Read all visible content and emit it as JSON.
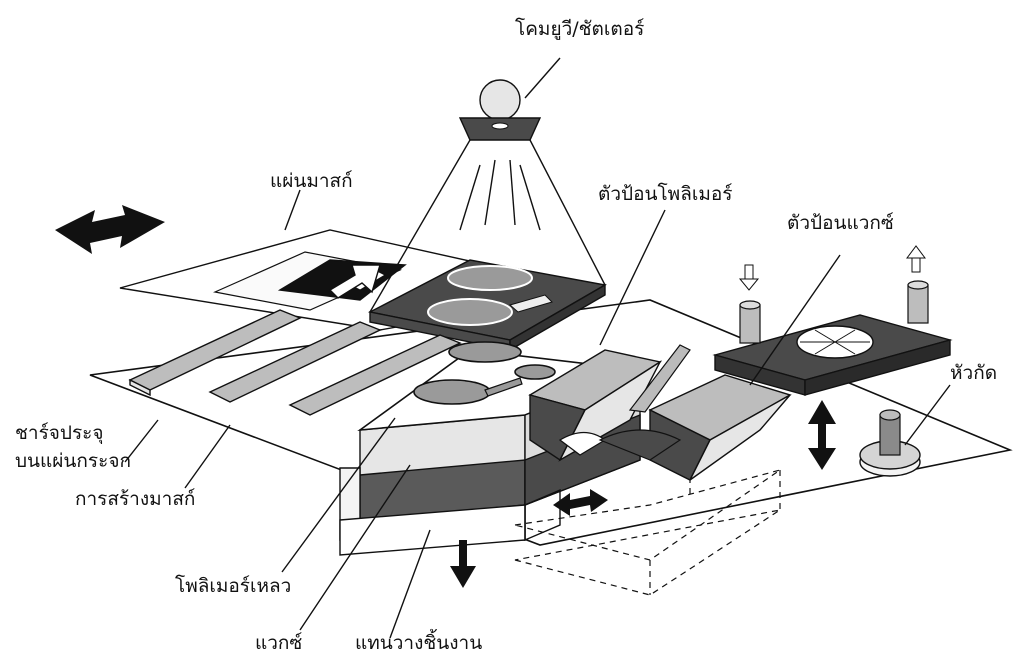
{
  "labels": {
    "uv_lamp": "โคมยูวี/ชัตเตอร์",
    "mask_plate": "แผ่นมาสก์",
    "polymer_feeder": "ตัวป้อนโพลิเมอร์",
    "wax_feeder": "ตัวป้อนแวกซ์",
    "cutter_head": "หัวกัด",
    "charge_line1": "ชาร์จประจุ",
    "charge_line2": "บนแผ่นกระจก",
    "mask_creation": "การสร้างมาสก์",
    "liquid_polymer": "โพลิเมอร์เหลว",
    "wax": "แวกซ์",
    "build_platform": "แทนวางชิ้นงาน"
  },
  "colors": {
    "ink": "#111111",
    "dark_fill": "#4a4a4a",
    "mid_fill": "#bdbdbd",
    "light_fill": "#e6e6e6",
    "background": "#ffffff"
  },
  "icons": [
    "double-arrow-icon",
    "down-arrow-icon",
    "up-arrow-icon",
    "vertical-double-arrow-icon"
  ]
}
